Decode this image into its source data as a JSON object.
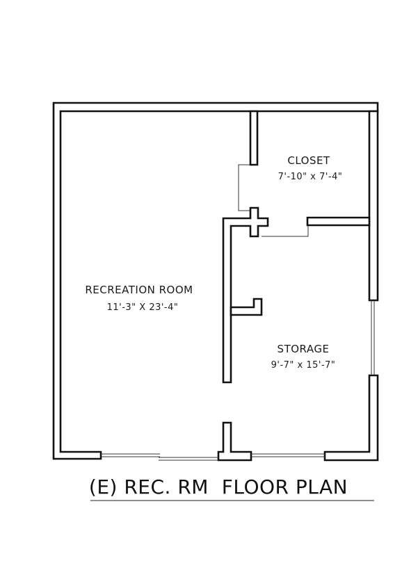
{
  "rooms": {
    "closet": {
      "name": "CLOSET",
      "dims": "7'-10\" x 7'-4\""
    },
    "recreation": {
      "name": "RECREATION ROOM",
      "dims": "11'-3\" X 23'-4\""
    },
    "storage": {
      "name": "STORAGE",
      "dims": "9'-7\" x 15'-7\""
    }
  },
  "title": "(E) REC. RM  FLOOR PLAN",
  "colors": {
    "wall": "#111111",
    "background": "#ffffff"
  }
}
